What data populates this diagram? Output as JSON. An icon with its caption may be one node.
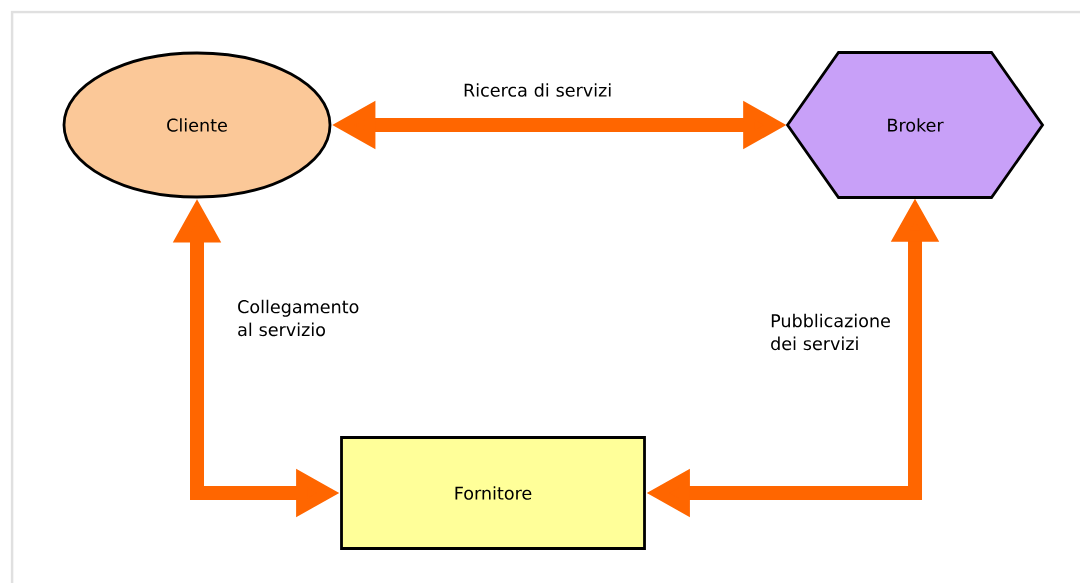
{
  "diagram": {
    "nodes": [
      {
        "text": [
          "Cliente"
        ]
      },
      {
        "text": [
          "Broker"
        ]
      },
      {
        "text": [
          "Fornitore"
        ]
      }
    ],
    "edges": [
      {
        "from": 0,
        "to": 1,
        "arrow": "both",
        "label": "Ricerca di servizi",
        "color": "#ff6600"
      },
      {
        "from": 0,
        "to": 2,
        "arrow": "both",
        "label": "Collegamento al servizio",
        "color": "#ff6600"
      },
      {
        "from": 1,
        "to": 2,
        "arrow": "both",
        "label": "Pubblicazione dei servizi",
        "color": "#ff6600"
      }
    ]
  }
}
